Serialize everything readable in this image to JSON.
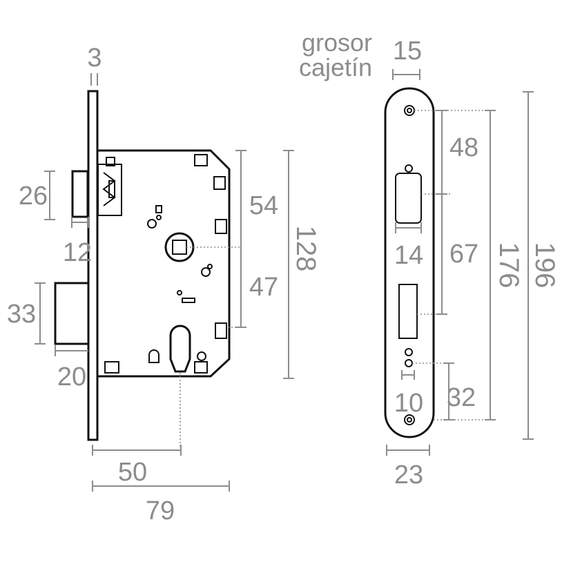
{
  "colors": {
    "line": "#111111",
    "dimension": "#8c8c8c",
    "background": "#ffffff"
  },
  "labels": {
    "thickness_line1": "grosor",
    "thickness_line2": "cajetín"
  },
  "dimensions": {
    "faceplate_thickness": "3",
    "latch_height": "26",
    "latch_projection": "12",
    "bolt_height": "33",
    "bolt_projection": "20",
    "upper_offset": "54",
    "lower_offset": "47",
    "body_height": "128",
    "backset": "50",
    "body_depth": "79",
    "case_thickness": "15",
    "top_to_latch": "48",
    "latch_window": "14",
    "latch_to_bolt": "67",
    "screw_span": "176",
    "plate_height": "196",
    "hole_spacing": "32",
    "hole_size": "10",
    "plate_width": "23"
  }
}
